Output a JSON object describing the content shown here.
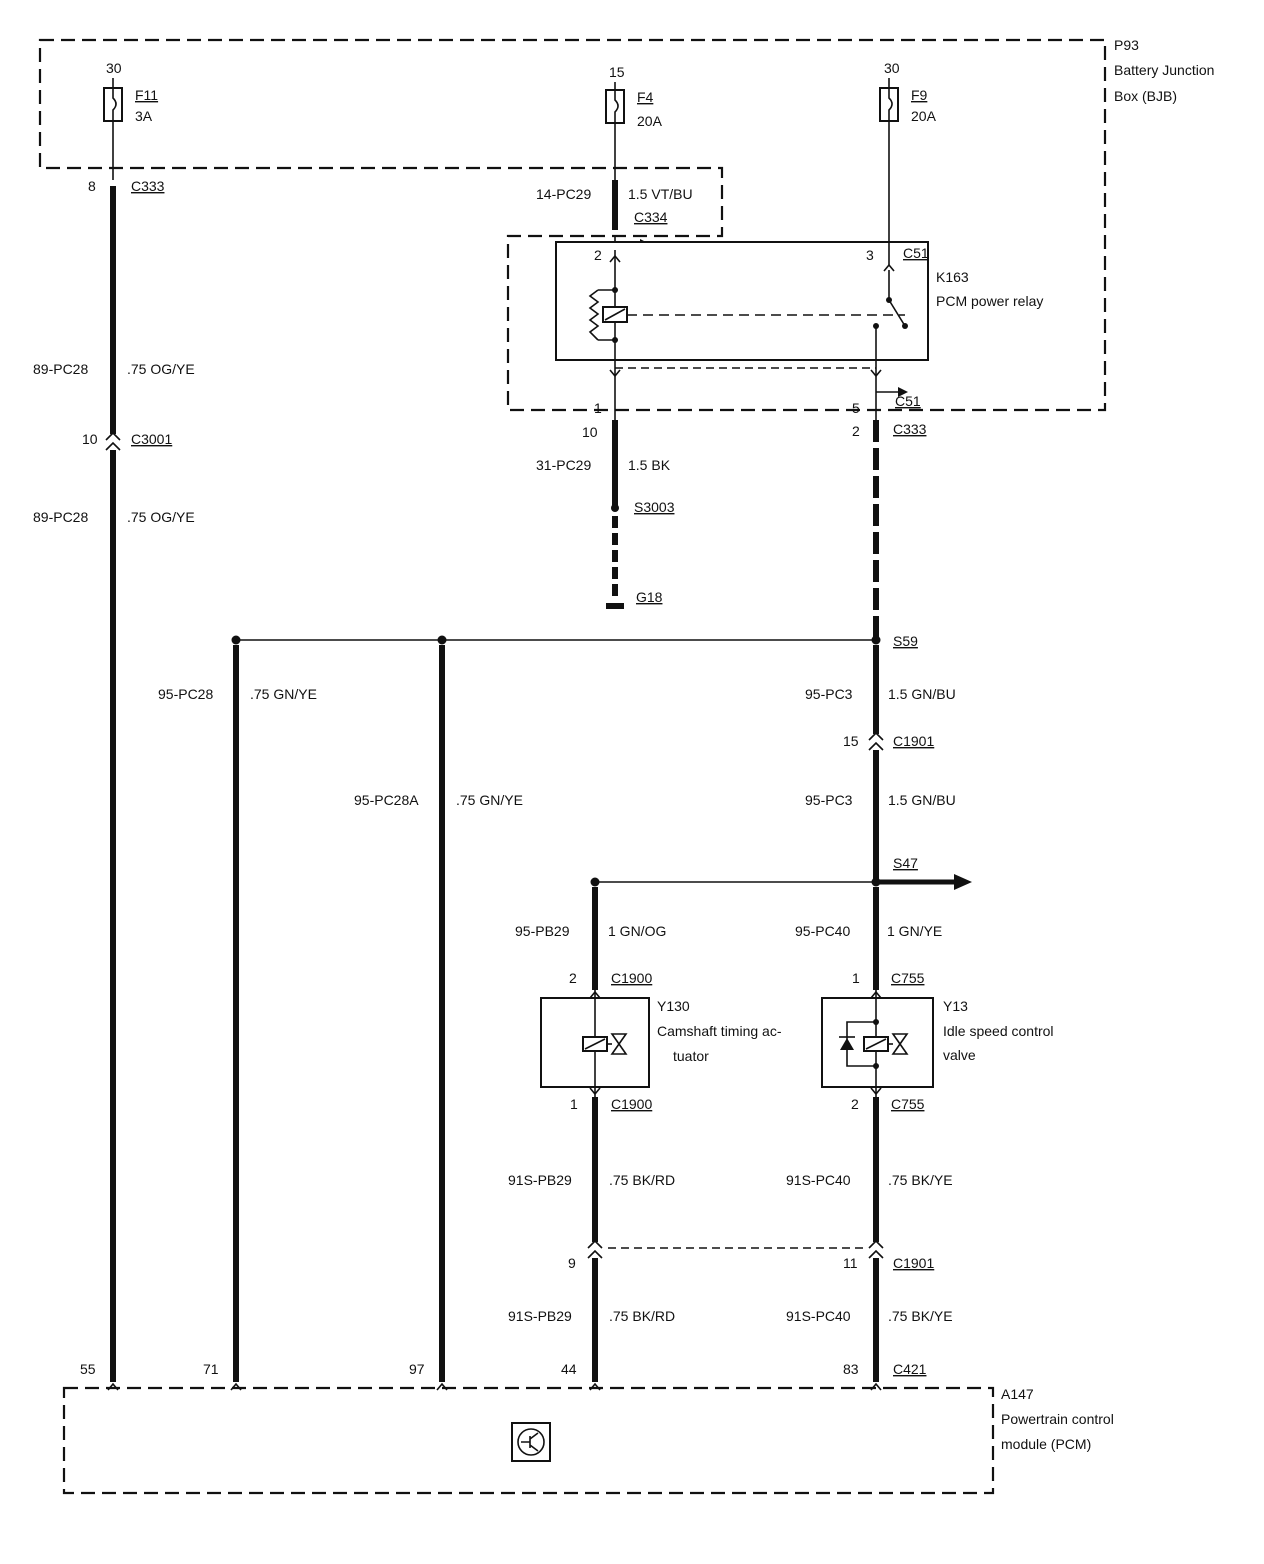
{
  "bjb": {
    "id": "P93",
    "name_line1": "Battery Junction",
    "name_line2": "Box (BJB)"
  },
  "fuses": [
    {
      "terminal": "30",
      "id": "F11",
      "rating": "3A"
    },
    {
      "terminal": "15",
      "id": "F4",
      "rating": "20A"
    },
    {
      "terminal": "30",
      "id": "F9",
      "rating": "20A"
    }
  ],
  "relay": {
    "id": "K163",
    "name": "PCM power relay",
    "connector_top": "C51",
    "connector_bottom": "C51",
    "pin_2": "2",
    "pin_3": "3",
    "pin_1": "1",
    "pin_5": "5"
  },
  "connectors": {
    "c333_left": {
      "pin": "8",
      "label": "C333"
    },
    "c334": {
      "label": "C334",
      "wire": "14-PC29",
      "gauge": "1.5 VT/BU"
    },
    "c3001": {
      "pin": "10",
      "label": "C3001"
    },
    "c333_mid": {
      "pin": "10"
    },
    "c333_right": {
      "pin": "2",
      "label": "C333"
    },
    "c1901_top": {
      "pin": "15",
      "label": "C1901"
    },
    "c1901_bottom_left": {
      "pin": "9"
    },
    "c1901_bottom_right": {
      "pin": "11",
      "label": "C1901"
    },
    "c421": {
      "label": "C421",
      "pins": [
        "55",
        "71",
        "97",
        "44",
        "83"
      ]
    }
  },
  "wires": {
    "w1_upper": {
      "id": "89-PC28",
      "spec": ".75 OG/YE"
    },
    "w1_lower": {
      "id": "89-PC28",
      "spec": ".75 OG/YE"
    },
    "ground_wire": {
      "id": "31-PC29",
      "spec": "1.5 BK"
    },
    "w71": {
      "id": "95-PC28",
      "spec": ".75 GN/YE"
    },
    "w97": {
      "id": "95-PC28A",
      "spec": ".75 GN/YE"
    },
    "pc3_upper": {
      "id": "95-PC3",
      "spec": "1.5 GN/BU"
    },
    "pc3_lower": {
      "id": "95-PC3",
      "spec": "1.5 GN/BU"
    },
    "pb29": {
      "id": "95-PB29",
      "spec": "1 GN/OG"
    },
    "pc40": {
      "id": "95-PC40",
      "spec": "1 GN/YE"
    },
    "pb29s_upper": {
      "id": "91S-PB29",
      "spec": ".75 BK/RD"
    },
    "pc40s_upper": {
      "id": "91S-PC40",
      "spec": ".75 BK/YE"
    },
    "pb29s_lower": {
      "id": "91S-PB29",
      "spec": ".75 BK/RD"
    },
    "pc40s_lower": {
      "id": "91S-PC40",
      "spec": ".75 BK/YE"
    }
  },
  "splices": {
    "s3003": "S3003",
    "g18": "G18",
    "s59": "S59",
    "s47": "S47"
  },
  "y130": {
    "id": "Y130",
    "line1": "Camshaft timing ac-",
    "line2": "tuator",
    "conn_top": "C1900",
    "pin_top": "2",
    "conn_bottom": "C1900",
    "pin_bottom": "1"
  },
  "y13": {
    "id": "Y13",
    "line1": "Idle speed control",
    "line2": "valve",
    "conn_top": "C755",
    "pin_top": "1",
    "conn_bottom": "C755",
    "pin_bottom": "2"
  },
  "pcm": {
    "id": "A147",
    "line1": "Powertrain control",
    "line2": "module (PCM)"
  }
}
